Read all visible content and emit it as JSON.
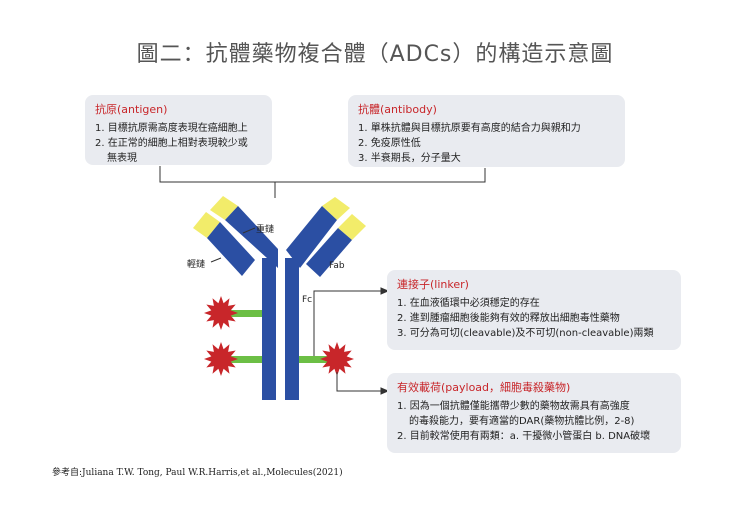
{
  "title": "圖二：抗體藥物複合體（ADCs）的構造示意圖",
  "antigen": {
    "heading": "抗原(antigen)",
    "lines": [
      "1. 目標抗原需高度表現在癌細胞上",
      "2. 在正常的細胞上相對表現較少或",
      "無表現"
    ]
  },
  "antibody": {
    "heading": "抗體(antibody)",
    "lines": [
      "1. 單株抗體與目標抗原要有高度的結合力與親和力",
      "2. 免疫原性低",
      "3. 半衰期長，分子量大"
    ]
  },
  "linker": {
    "heading": "連接子(linker)",
    "lines": [
      "1. 在血液循環中必須穩定的存在",
      "2. 進到腫瘤細胞後能夠有效的釋放出細胞毒性藥物",
      "3. 可分為可切(cleavable)及不可切(non-cleavable)兩類"
    ]
  },
  "payload": {
    "heading": "有效載荷(payload，細胞毒殺藥物)",
    "lines": [
      "1. 因為一個抗體僅能攜帶少數的藥物故需具有高強度",
      "的毒殺能力，要有適當的DAR(藥物抗體比例，2-8)",
      "2. 目前較常使用有兩類：a. 干擾微小管蛋白 b. DNA破壞"
    ]
  },
  "labels": {
    "heavy_chain": "重鏈",
    "light_chain": "輕鏈",
    "fab": "Fab",
    "fc": "Fc"
  },
  "reference": "參考自:Juliana T.W. Tong, Paul W.R.Harris,et al.,Molecules(2021)",
  "colors": {
    "heavy": "#2b4fa3",
    "tip": "#f2ec6a",
    "linker": "#6cbf45",
    "payload": "#c8262a",
    "accent": "#c8262a"
  }
}
